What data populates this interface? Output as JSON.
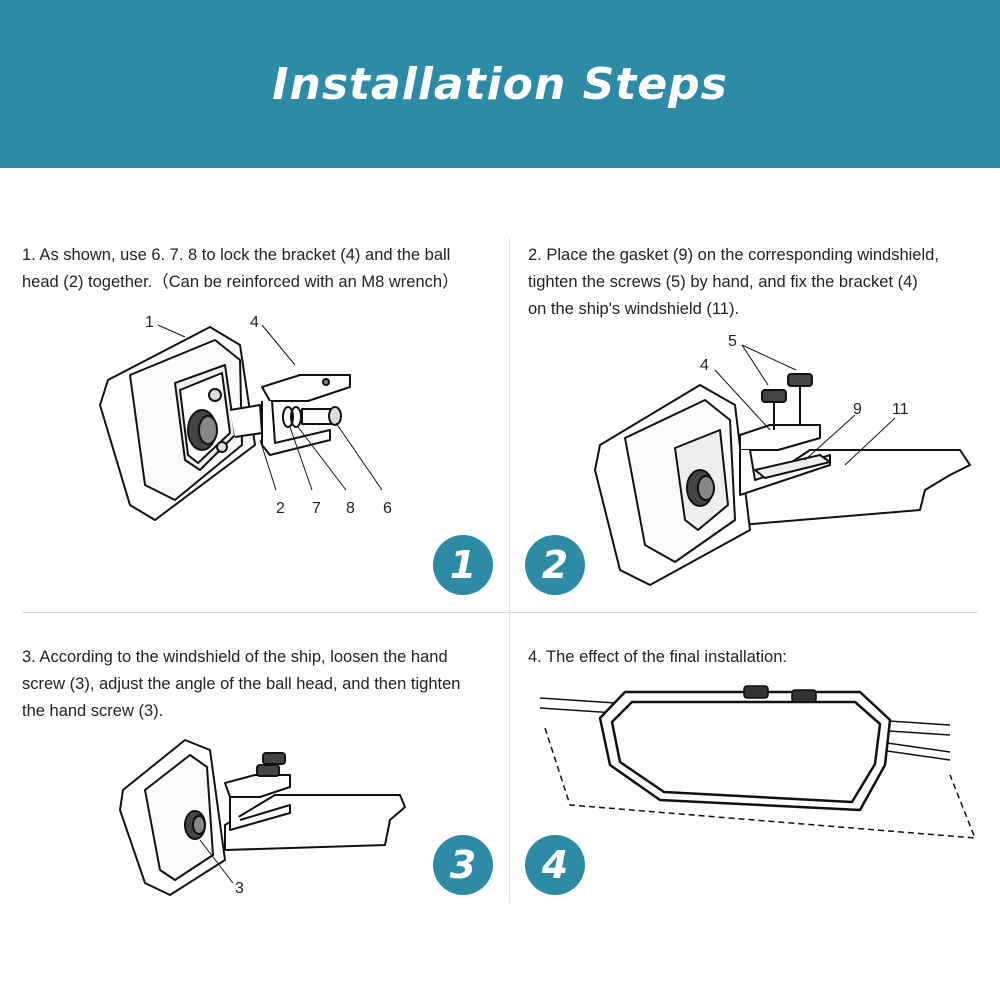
{
  "header": {
    "title": "Installation Steps"
  },
  "steps": [
    {
      "number": "1",
      "lines": [
        "1. As shown, use 6. 7. 8 to lock the bracket (4) and the ball",
        "head (2) together.（Can be reinforced with an M8 wrench）"
      ],
      "callouts": {
        "c1": "1",
        "c4": "4",
        "c2": "2",
        "c7": "7",
        "c8": "8",
        "c6": "6"
      }
    },
    {
      "number": "2",
      "lines": [
        "2. Place the gasket (9) on the corresponding windshield,",
        "tighten the screws (5) by hand, and fix the bracket (4)",
        "on the ship's windshield (11)."
      ],
      "callouts": {
        "c5": "5",
        "c4": "4",
        "c9": "9",
        "c11": "11"
      }
    },
    {
      "number": "3",
      "lines": [
        "3. According to the windshield of the ship, loosen the hand",
        "screw (3), adjust the angle of the ball head, and then tighten",
        "the hand screw (3)."
      ],
      "callouts": {
        "c3": "3"
      }
    },
    {
      "number": "4",
      "lines": [
        "4. The effect of the final installation:"
      ]
    }
  ],
  "colors": {
    "accent": "#2e8ba5"
  }
}
